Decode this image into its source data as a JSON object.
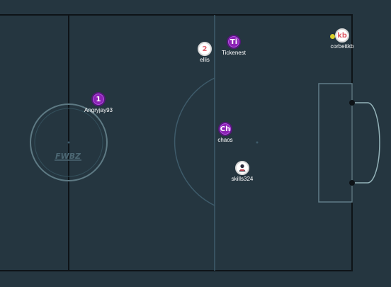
{
  "field": {
    "background": "#253640",
    "line_color": "#0e1317",
    "halfway_color": "#3e5b6a",
    "box_color": "#607c87",
    "goal_color": "#93b2b8",
    "logo_text": "FWBZ"
  },
  "players": [
    {
      "id": "angryjay93",
      "name": "Angryjay93",
      "badge": "1",
      "style": "purple"
    },
    {
      "id": "ellis",
      "name": "ellis",
      "badge": "2",
      "style": "white"
    },
    {
      "id": "tickenest",
      "name": "Tickenest",
      "badge": "Ti",
      "style": "purple"
    },
    {
      "id": "corbettkb",
      "name": "corbettkb",
      "badge": "kb",
      "style": "white",
      "has_ball": true
    },
    {
      "id": "chaos",
      "name": "chaos",
      "badge": "Ch",
      "style": "purple"
    },
    {
      "id": "skills324",
      "name": "skills324",
      "badge": "",
      "style": "avatar",
      "icon": "user-avatar-icon"
    }
  ]
}
